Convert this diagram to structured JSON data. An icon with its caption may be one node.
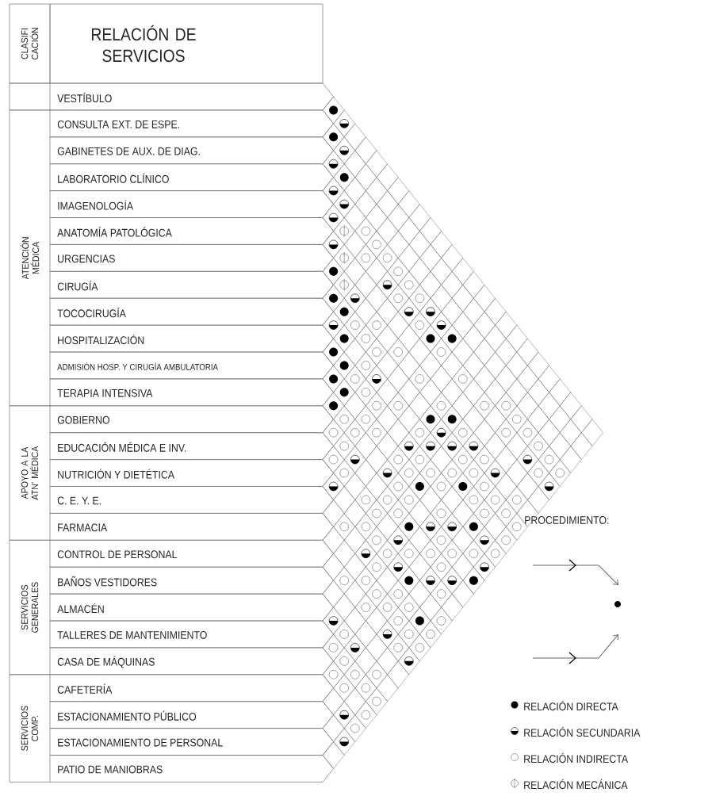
{
  "diagram": {
    "nodes": [
      {
        "text": [
          "CLASIFI CACIÓN"
        ]
      },
      {
        "text": [
          "RELACIÓN DE SERVICIOS"
        ]
      },
      {
        "text": [],
        "shape": "box"
      },
      {
        "text": [
          "VESTÍBULO"
        ]
      },
      {
        "text": [
          "ATENCIÓN MÉDICA"
        ]
      },
      {
        "text": [
          "CONSULTA EXT. DE ESPE."
        ]
      },
      {
        "text": [
          "GABINETES DE AUX. DE DIAG."
        ]
      },
      {
        "text": [
          "LABORATORIO CLÍNICO"
        ]
      },
      {
        "text": [
          "IMAGENOLOGÍA"
        ]
      },
      {
        "text": [
          "ANATOMÍA PATOLÓGICA"
        ]
      },
      {
        "text": [
          "URGENCIAS"
        ]
      },
      {
        "text": [
          "CIRUGÍA"
        ]
      },
      {
        "text": [
          "TOCOCIRUGÍA"
        ]
      },
      {
        "text": [
          "HOSPITALIZACIÓN"
        ]
      },
      {
        "text": [
          "ADMISIÓN HOSP. Y CIRUGÍA AMBULATORIA"
        ]
      },
      {
        "text": [
          "TERAPIA INTENSIVA"
        ]
      },
      {
        "text": [
          "APOYO A LA ATN' MÉDICA"
        ]
      },
      {
        "text": [
          "GOBIERNO"
        ]
      },
      {
        "text": [
          "EDUCACIÓN MÉDICA E INV."
        ]
      },
      {
        "text": [
          "NUTRICIÓN Y DIETÉTICA"
        ]
      },
      {
        "text": [
          "C. E. Y. E."
        ]
      },
      {
        "text": [
          "FARMACIA"
        ]
      },
      {
        "text": [
          "SERVICIOS GENERALES"
        ]
      },
      {
        "text": [
          "CONTROL DE PERSONAL"
        ]
      },
      {
        "text": [
          "BAÑOS VESTIDORES"
        ]
      },
      {
        "text": [
          "ALMACÉN"
        ]
      },
      {
        "text": [
          "TALLERES DE MANTENIMIENTO"
        ]
      },
      {
        "text": [
          "CASA DE MÁQUINAS"
        ]
      },
      {
        "text": [
          "SERVICIOS COMP."
        ]
      },
      {
        "text": [
          "CAFETERÍA"
        ]
      },
      {
        "text": [
          "ESTACIONAMIENTO PÚBLICO"
        ]
      },
      {
        "text": [
          "ESTACIONAMIENTO DE PERSONAL"
        ]
      },
      {
        "text": [
          "PATIO DE MANIOBRAS"
        ]
      }
    ],
    "labels": [
      "PROCEDIMIENTO:"
    ],
    "legend": [
      {
        "text": "RELACIÓN DIRECTA"
      },
      {
        "text": "RELACIÓN SECUNDARIA"
      },
      {
        "text": "RELACIÓN INDIRECTA"
      },
      {
        "text": "RELACIÓN MECÁNICA"
      }
    ]
  }
}
